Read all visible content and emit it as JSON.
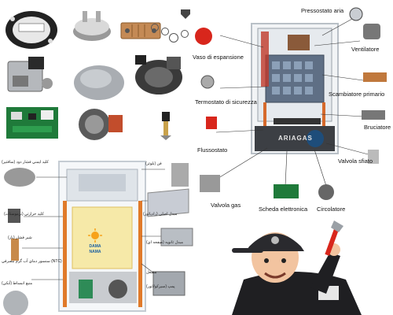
{
  "labels_right": {
    "pressostato_aria": "Pressostato aria",
    "ventilatore": "Ventilatore",
    "vaso_espansione": "Vaso di espansione",
    "scambiatore_primario": "Scambiatore primario",
    "termostato_sicurezza": "Termostato di sicurezza",
    "bruciatore": "Bruciatore",
    "flussostato": "Flussostato",
    "valvola_sfiato": "Valvola sfiato",
    "valvola_gas": "Valvola gas",
    "scheda_elettronica": "Scheda elettronica",
    "circolatore": "Circolatore"
  },
  "boiler_brand": "ARIAGAS",
  "logo": {
    "line1": "DAMA",
    "line2": "NAMA"
  },
  "labels_arabic_left": [
    "كليد ايمني فشار دود (سافتير)",
    "كليد حرارتي (ترموستات)",
    "سنسور دماي آب گرم مصرفي (NTC)",
    "شير فشار (بار)",
    "منبع انبساط (آبكي)"
  ],
  "labels_arabic_right": [
    "فن (بلوئر)",
    "مبدل اصلي (رادياتور)",
    "مبدل ثانويه (صفحه اي)",
    "مشعل",
    "پمپ (سيركولاتور)"
  ],
  "colors": {
    "accent_red": "#d8261c",
    "boiler_white": "#f2f4f6",
    "copper": "#c0783c"
  }
}
